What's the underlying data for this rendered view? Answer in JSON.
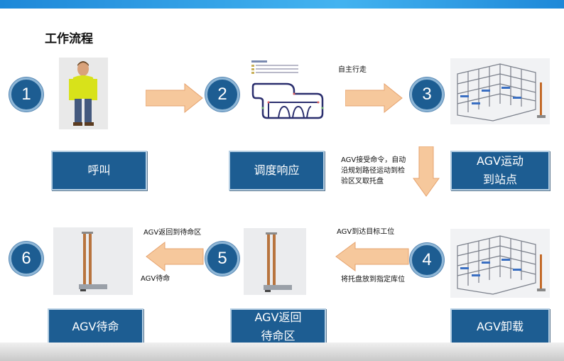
{
  "title": "工作流程",
  "steps": [
    {
      "number": "1",
      "label": "呼叫"
    },
    {
      "number": "2",
      "label": "调度响应"
    },
    {
      "number": "3",
      "label": "AGV运动\n到站点"
    },
    {
      "number": "4",
      "label": "AGV卸载"
    },
    {
      "number": "5",
      "label": "AGV返回\n待命区"
    },
    {
      "number": "6",
      "label": "AGV待命"
    }
  ],
  "notes": {
    "move": "自主行走",
    "receive": "AGV接受命令，自动\n沿规划路径运动到检\n验区叉取托盘",
    "arrive": "AGV到达目标工位",
    "place": "将托盘放到指定库位",
    "return": "AGV返回到待命区",
    "standby": "AGV待命"
  },
  "colors": {
    "box": "#1d5d92",
    "arrow": "#f6c89c",
    "header": "#2a9de8"
  },
  "icons": [
    "person-image",
    "route-map-image",
    "rack-image",
    "agv-mast-image"
  ]
}
